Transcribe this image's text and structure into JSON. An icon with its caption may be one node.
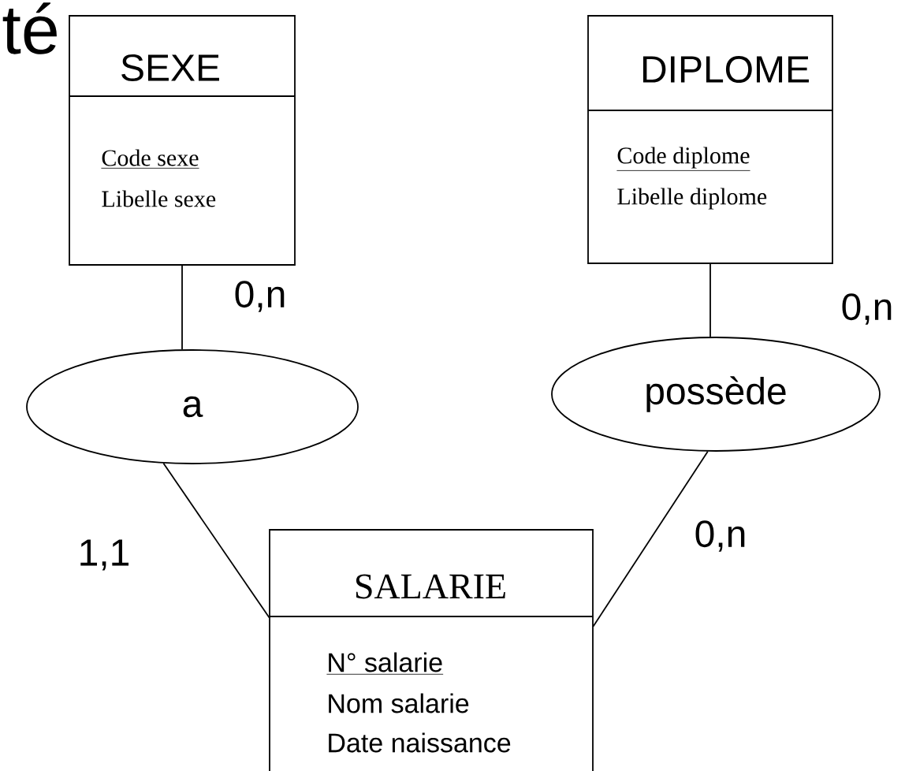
{
  "diagram": {
    "nodes": [
      {
        "text": [
          "SEXE",
          "Code sexe",
          "Libelle sexe"
        ]
      },
      {
        "text": [
          "a"
        ]
      },
      {
        "text": [
          "DIPLOME",
          "Code diplome",
          "Libelle diplome"
        ]
      },
      {
        "text": [
          "possède"
        ]
      },
      {
        "text": [
          "SALARIE",
          "N° salarie",
          "Nom salarie",
          "Date naissance"
        ]
      }
    ],
    "edges": [
      {
        "from": 0,
        "to": 1,
        "arrow": "none",
        "label": "0,n"
      },
      {
        "from": 2,
        "to": 3,
        "arrow": "none",
        "label": "0,n"
      },
      {
        "from": 1,
        "to": 4,
        "arrow": "none",
        "label": "1,1"
      },
      {
        "from": 3,
        "to": 4,
        "arrow": "none",
        "label": "0,n"
      }
    ],
    "labels": [
      "té"
    ]
  }
}
